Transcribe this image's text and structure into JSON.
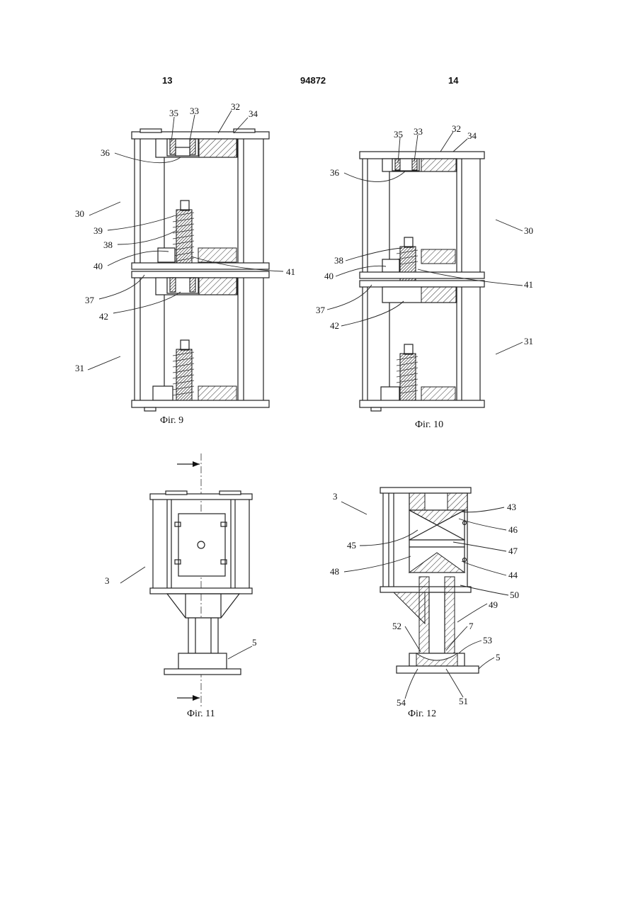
{
  "header": {
    "left_page": "13",
    "patent_number": "94872",
    "right_page": "14"
  },
  "figures": {
    "fig9": {
      "caption": "Фіг. 9",
      "labels": [
        "35",
        "33",
        "32",
        "34",
        "36",
        "30",
        "39",
        "38",
        "40",
        "41",
        "37",
        "42",
        "31"
      ]
    },
    "fig10": {
      "caption": "Фіг. 10",
      "labels": [
        "35",
        "33",
        "32",
        "34",
        "36",
        "30",
        "38",
        "40",
        "41",
        "37",
        "42",
        "31"
      ]
    },
    "fig11": {
      "caption": "Фіг. 11",
      "labels": [
        "3",
        "5"
      ]
    },
    "fig12": {
      "caption": "Фіг. 12",
      "labels": [
        "3",
        "43",
        "46",
        "45",
        "47",
        "48",
        "44",
        "50",
        "49",
        "52",
        "7",
        "53",
        "5",
        "54",
        "51"
      ]
    }
  }
}
